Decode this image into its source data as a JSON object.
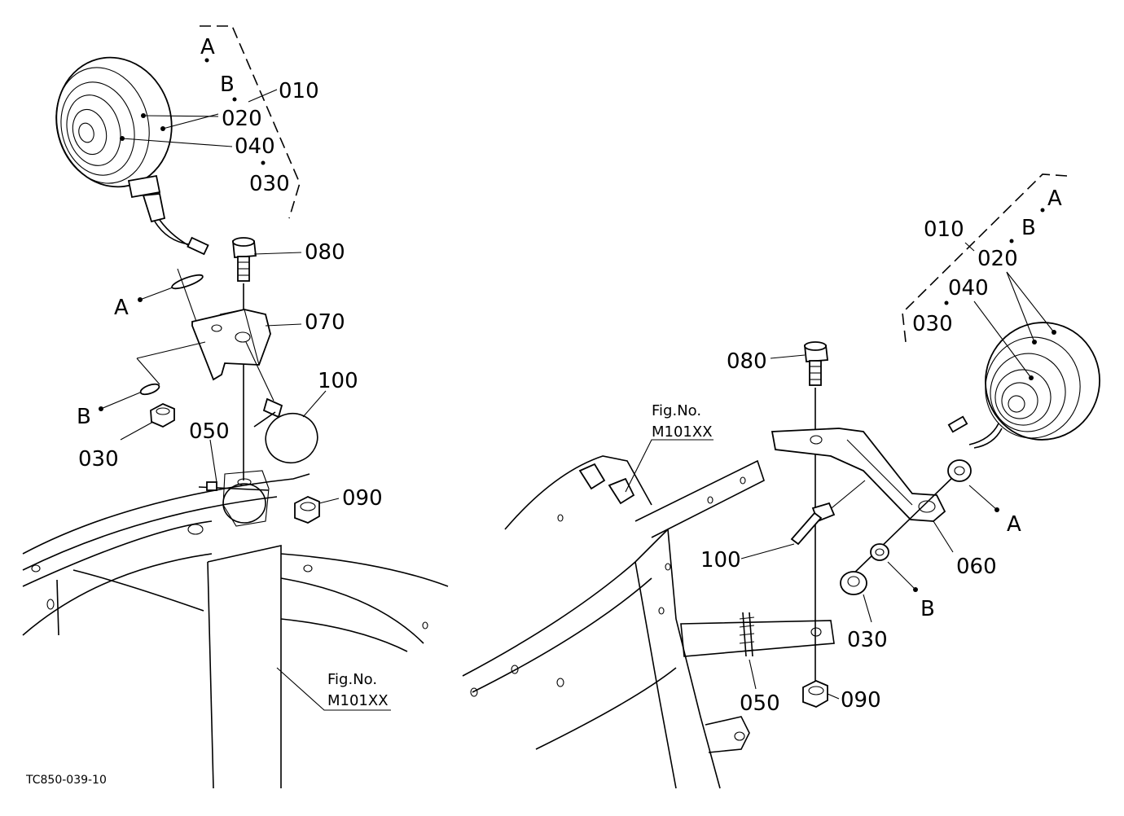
{
  "left": {
    "labels": {
      "A_top": "A",
      "B_top": "B",
      "p010": "010",
      "p020": "020",
      "p040": "040",
      "p030_top": "030",
      "p080": "080",
      "p070": "070",
      "A_mid": "A",
      "p100": "100",
      "B_mid": "B",
      "p030": "030",
      "p050": "050",
      "p090": "090"
    },
    "fig_ref": {
      "line1": "Fig.No.",
      "line2": "M101XX"
    }
  },
  "right": {
    "labels": {
      "A_top": "A",
      "B_top": "B",
      "p010": "010",
      "p020": "020",
      "p040": "040",
      "p030_top": "030",
      "p080": "080",
      "p100": "100",
      "A_mid": "A",
      "p060": "060",
      "B_mid": "B",
      "p030": "030",
      "p050": "050",
      "p090": "090"
    },
    "fig_ref": {
      "line1": "Fig.No.",
      "line2": "M101XX"
    }
  },
  "footer": {
    "code": "TC850-039-10"
  }
}
